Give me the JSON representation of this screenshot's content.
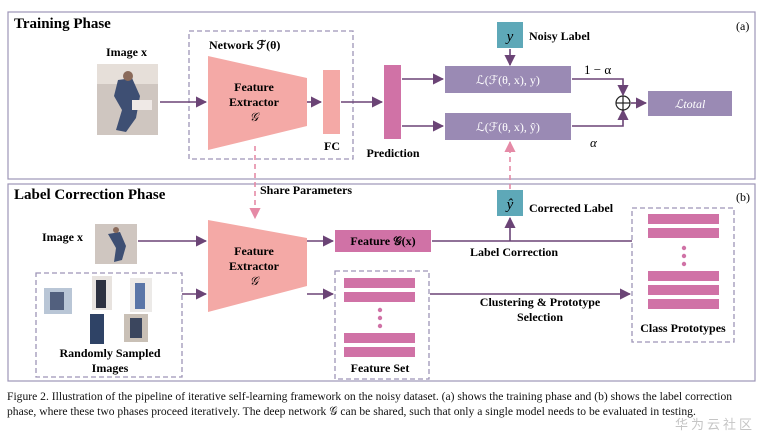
{
  "training": {
    "title": "Training Phase",
    "tag": "(a)",
    "image_label": "Image x",
    "network_label": "Network ℱ(θ)",
    "feature_extractor_line1": "Feature",
    "feature_extractor_line2": "Extractor",
    "feature_extractor_symbol": "𝒢",
    "fc_label": "FC",
    "prediction_label": "Prediction",
    "noisy_symbol": "y",
    "noisy_label": "Noisy Label",
    "loss_noisy": "ℒ(ℱ(θ, x),  y)",
    "loss_corrected": "ℒ(ℱ(θ, x),  ŷ)",
    "weight_noisy": "1 − α",
    "weight_corrected": "α",
    "plus_symbol": "⊕",
    "loss_total": "ℒtotal"
  },
  "correction": {
    "title": "Label Correction Phase",
    "tag": "(b)",
    "share_parameters": "Share Parameters",
    "corrected_symbol": "ŷ",
    "corrected_label": "Corrected Label",
    "image_label": "Image x",
    "feature_extractor_line1": "Feature",
    "feature_extractor_line2": "Extractor",
    "feature_extractor_symbol": "𝒢",
    "feature_box": "Feature 𝒢(x)",
    "label_correction": "Label Correction",
    "clustering_line1": "Clustering & Prototype",
    "clustering_line2": "Selection",
    "feature_set": "Feature Set",
    "class_prototypes": "Class Prototypes",
    "random_line1": "Randomly Sampled",
    "random_line2": "Images"
  },
  "caption": "Figure 2. Illustration of the pipeline of iterative self-learning framework on the noisy dataset. (a) shows the training phase and (b) shows the label correction phase, where these two phases proceed iteratively. The deep network 𝒢 can be shared, such that only a single model needs to be evaluated in testing.",
  "watermark": "华为云社区",
  "colors": {
    "extractor": "#f4a9a6",
    "fc": "#f4a9a6",
    "prediction": "#d072a6",
    "loss_box": "#9a8ab4",
    "label_box": "#5ea8b8",
    "feature_box": "#d072a6",
    "stack_bar": "#d072a6",
    "arrow": "#6b4476",
    "dash_pink": "#e58aa6",
    "frame": "#9d95b7"
  }
}
